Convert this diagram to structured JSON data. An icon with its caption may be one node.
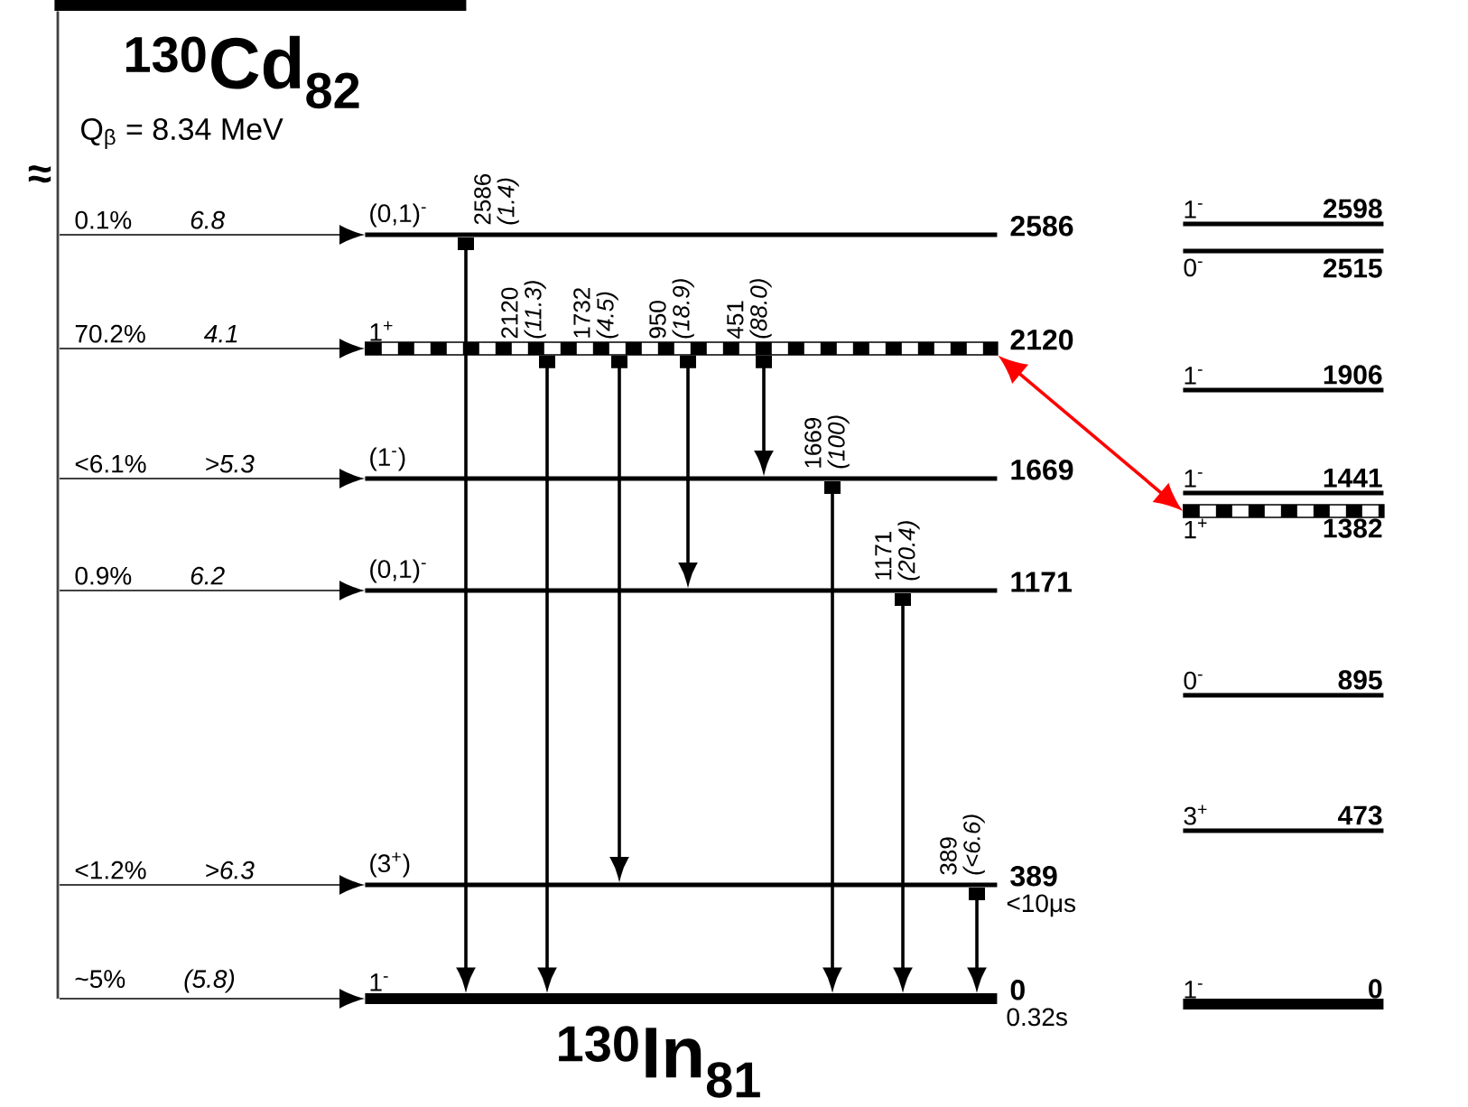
{
  "diagram": {
    "nodes": [
      {
        "text": [
          "$^{130}$Cd$_{82}$",
          "Q$_{β}$ = 8.34 MeV"
        ]
      },
      {
        "text": [
          "(0,1)$^{-}$",
          "2586"
        ]
      },
      {
        "text": [
          "1$^{+}$",
          "2120"
        ]
      },
      {
        "text": [
          "(1$^{-}$)",
          "1669"
        ]
      },
      {
        "text": [
          "(0,1)$^{-}$",
          "1171"
        ]
      },
      {
        "text": [
          "(3$^{+}$)",
          "389"
        ],
        "beside": [
          "<10μs"
        ]
      },
      {
        "text": [
          "1$^{-}$",
          "0"
        ],
        "beside": [
          "0.32s"
        ]
      },
      {
        "text": [
          "1$^{-}$",
          "2598"
        ]
      },
      {
        "text": [
          "0$^{-}$",
          "2515"
        ]
      },
      {
        "text": [
          "1$^{-}$",
          "1906"
        ]
      },
      {
        "text": [
          "1$^{-}$",
          "1441"
        ]
      },
      {
        "text": [
          "1$^{+}$",
          "1382"
        ]
      },
      {
        "text": [
          "0$^{-}$",
          "895"
        ]
      },
      {
        "text": [
          "3$^{+}$",
          "473"
        ]
      },
      {
        "text": [
          "1$^{-}$",
          "0"
        ]
      }
    ],
    "edges": [
      {
        "from": 0,
        "to": 1,
        "arrow": "to",
        "label": "0.1% *6.8*"
      },
      {
        "from": 0,
        "to": 2,
        "arrow": "to",
        "label": "70.2% *4.1*"
      },
      {
        "from": 0,
        "to": 3,
        "arrow": "to",
        "label": "<6.1% *>5.3*"
      },
      {
        "from": 0,
        "to": 4,
        "arrow": "to",
        "label": "0.9% *6.2*"
      },
      {
        "from": 0,
        "to": 5,
        "arrow": "to",
        "label": "<1.2% *>6.3*"
      },
      {
        "from": 0,
        "to": 6,
        "arrow": "to",
        "label": "~5% *(5.8)*"
      },
      {
        "from": 1,
        "to": 6,
        "arrow": "to",
        "label": "2586 *(1.4)*"
      },
      {
        "from": 2,
        "to": 6,
        "arrow": "to",
        "label": "2120 *(11.3)*"
      },
      {
        "from": 2,
        "to": 5,
        "arrow": "to",
        "label": "1732 *(4.5)*"
      },
      {
        "from": 2,
        "to": 4,
        "arrow": "to",
        "label": "950 *(18.9)*"
      },
      {
        "from": 2,
        "to": 3,
        "arrow": "to",
        "label": "451 *(88.0)*"
      },
      {
        "from": 3,
        "to": 6,
        "arrow": "to",
        "label": "1669 *(100)*"
      },
      {
        "from": 4,
        "to": 6,
        "arrow": "to",
        "label": "1171 *(20.4)*"
      },
      {
        "from": 5,
        "to": 6,
        "arrow": "to",
        "label": "389 *(<6.6)*"
      },
      {
        "from": 2,
        "to": 11,
        "arrow": "both",
        "color": "#ff0000"
      }
    ],
    "labels": [
      "≈",
      "$^{130}$In$_{81}$"
    ]
  }
}
